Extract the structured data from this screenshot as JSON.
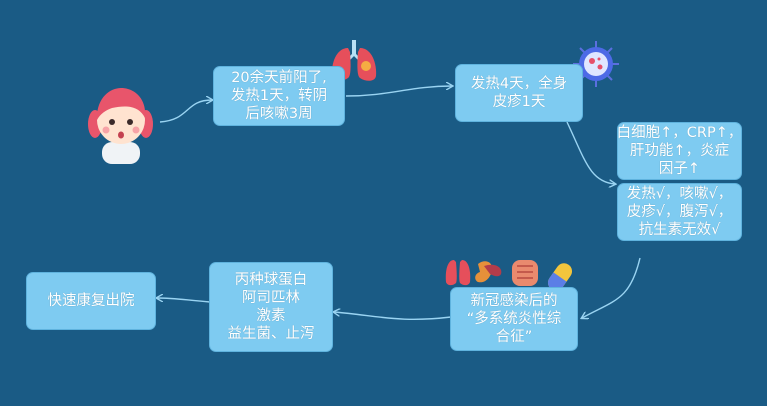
{
  "colors": {
    "background": "#1a5b85",
    "node": "#7ecbf1",
    "connector": "#9ad4f2",
    "text": "#ffffff"
  },
  "nodes": {
    "recovery": [
      "快速康复出院"
    ],
    "infection": [
      "20余天前阳了,",
      "发热1天，转阴",
      "后咳嗽3周"
    ],
    "fever": [
      "发热4天，全身",
      "皮疹1天"
    ],
    "labs": [
      "白细胞↑，CRP↑，",
      "肝功能↑，炎症",
      "因子↑"
    ],
    "symptoms": [
      "发热√，咳嗽√，",
      "皮疹√，腹泻√，",
      "抗生素无效√"
    ],
    "treatment": [
      "丙种球蛋白",
      "阿司匹林",
      "激素",
      "益生菌、止泻"
    ],
    "diagnosis": [
      "新冠感染后的",
      "“多系统炎性综",
      "合征”"
    ]
  },
  "icons": [
    "girl-avatar-icon",
    "lungs-icon",
    "virus-icon",
    "organs-icon",
    "intestine-icon",
    "pill-icon"
  ]
}
